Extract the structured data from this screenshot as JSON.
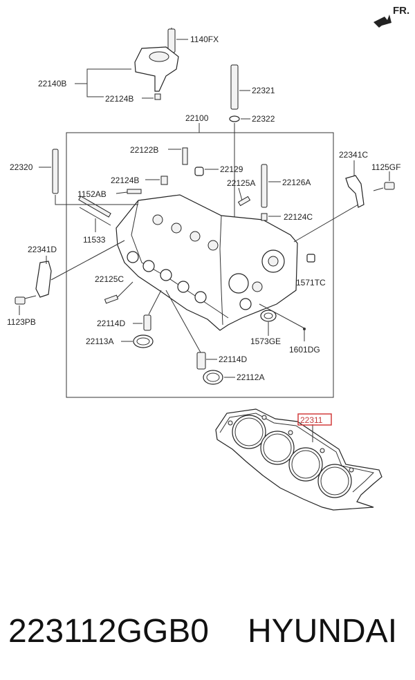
{
  "orientation": {
    "label": "FR."
  },
  "labels": {
    "p1140FX": "1140FX",
    "p22140B": "22140B",
    "p22124B_top": "22124B",
    "p22321": "22321",
    "p22322": "22322",
    "p22100": "22100",
    "p22122B": "22122B",
    "p22129": "22129",
    "p22341C": "22341C",
    "p1125GF": "1125GF",
    "p22320": "22320",
    "p22124B_mid": "22124B",
    "p22125A": "22125A",
    "p22126A": "22126A",
    "p1152AB": "1152AB",
    "p22124C": "22124C",
    "p11533": "11533",
    "p22341D": "22341D",
    "p22125C": "22125C",
    "p1571TC": "1571TC",
    "p1123PB": "1123PB",
    "p22114D_a": "22114D",
    "p22113A": "22113A",
    "p1573GE": "1573GE",
    "p1601DG": "1601DG",
    "p22114D_b": "22114D",
    "p22112A": "22112A",
    "p22311": "22311"
  },
  "highlight": {
    "part": "22311",
    "color": "#d23b3b"
  },
  "caption": {
    "part_number": "223112GGB0",
    "brand": "HYUNDAI"
  }
}
